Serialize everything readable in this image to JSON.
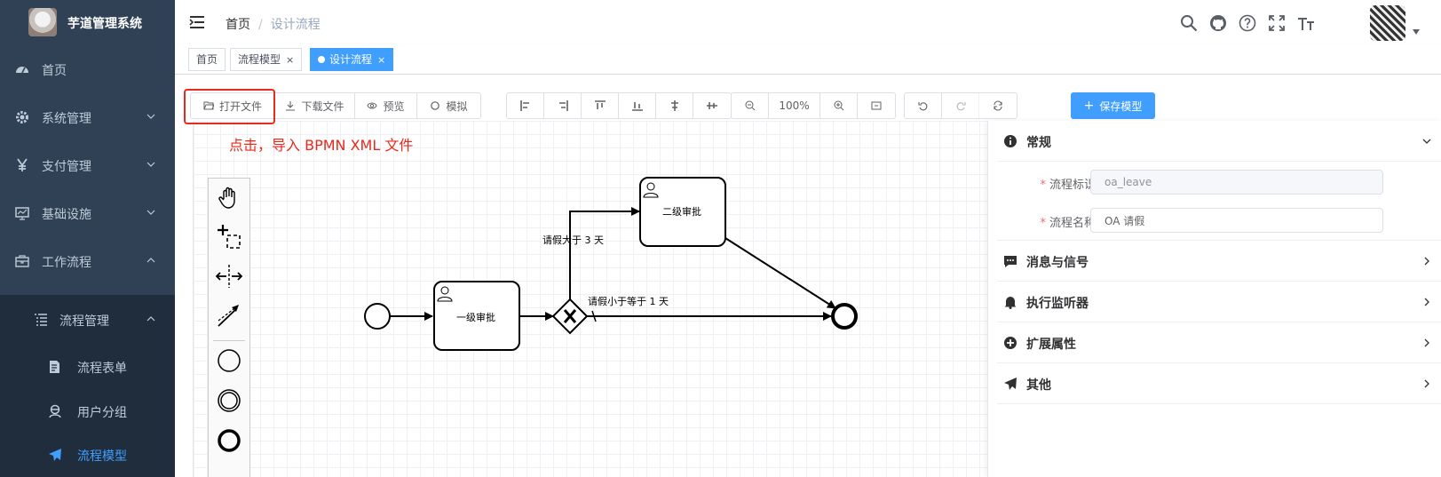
{
  "app": {
    "title": "芋道管理系统"
  },
  "sidebar": {
    "items": [
      {
        "label": "首页",
        "icon": "dashboard-icon"
      },
      {
        "label": "系统管理",
        "icon": "gear-icon"
      },
      {
        "label": "支付管理",
        "icon": "yen-icon"
      },
      {
        "label": "基础设施",
        "icon": "monitor-icon"
      },
      {
        "label": "工作流程",
        "icon": "toolbox-icon"
      }
    ],
    "submenu": {
      "label": "流程管理",
      "icon": "list-icon"
    },
    "subitems": [
      {
        "label": "流程表单",
        "icon": "form-icon"
      },
      {
        "label": "用户分组",
        "icon": "people-icon"
      },
      {
        "label": "流程模型",
        "icon": "send-icon",
        "active": true
      }
    ]
  },
  "navbar": {
    "breadcrumb": [
      "首页",
      "设计流程"
    ],
    "separator": "/",
    "icons": [
      "search-icon",
      "github-icon",
      "question-icon",
      "fullscreen-icon",
      "font-size-icon"
    ]
  },
  "tags": [
    {
      "label": "首页"
    },
    {
      "label": "流程模型",
      "close": "×"
    },
    {
      "label": "设计流程",
      "close": "×",
      "active": true
    }
  ],
  "toolbar": {
    "file": [
      {
        "label": "打开文件",
        "icon": "folder-open-icon"
      },
      {
        "label": "下载文件",
        "icon": "download-icon"
      },
      {
        "label": "预览",
        "icon": "eye-icon"
      },
      {
        "label": "模拟",
        "icon": "circle-icon"
      }
    ],
    "align_icons": [
      "align-left-icon",
      "align-right-icon",
      "align-top-icon",
      "align-bottom-icon",
      "align-horizontal-center-icon",
      "align-vertical-center-icon"
    ],
    "zoom": {
      "value": "100%"
    },
    "save_label": "保存模型"
  },
  "annotation": "点击，导入 BPMN XML 文件",
  "diagram": {
    "task1": "一级审批",
    "task2": "二级审批",
    "flow_upper": "请假大于 3 天",
    "flow_lower": "请假小于等于 1 天"
  },
  "properties": {
    "general": {
      "title": "常规",
      "icon": "info-icon"
    },
    "fields": [
      {
        "label": "流程标识",
        "required": "*",
        "value": "oa_leave",
        "disabled": true
      },
      {
        "label": "流程名称",
        "required": "*",
        "value": "OA 请假",
        "disabled": false
      }
    ],
    "sections": [
      {
        "title": "消息与信号",
        "icon": "message-icon"
      },
      {
        "title": "执行监听器",
        "icon": "bell-icon"
      },
      {
        "title": "扩展属性",
        "icon": "plus-circle-icon"
      },
      {
        "title": "其他",
        "icon": "send-icon"
      }
    ]
  },
  "colors": {
    "sidebar": "#304156",
    "sidebar_sub": "#1f2d3d",
    "primary": "#409eff",
    "annotation": "#e8291c"
  }
}
